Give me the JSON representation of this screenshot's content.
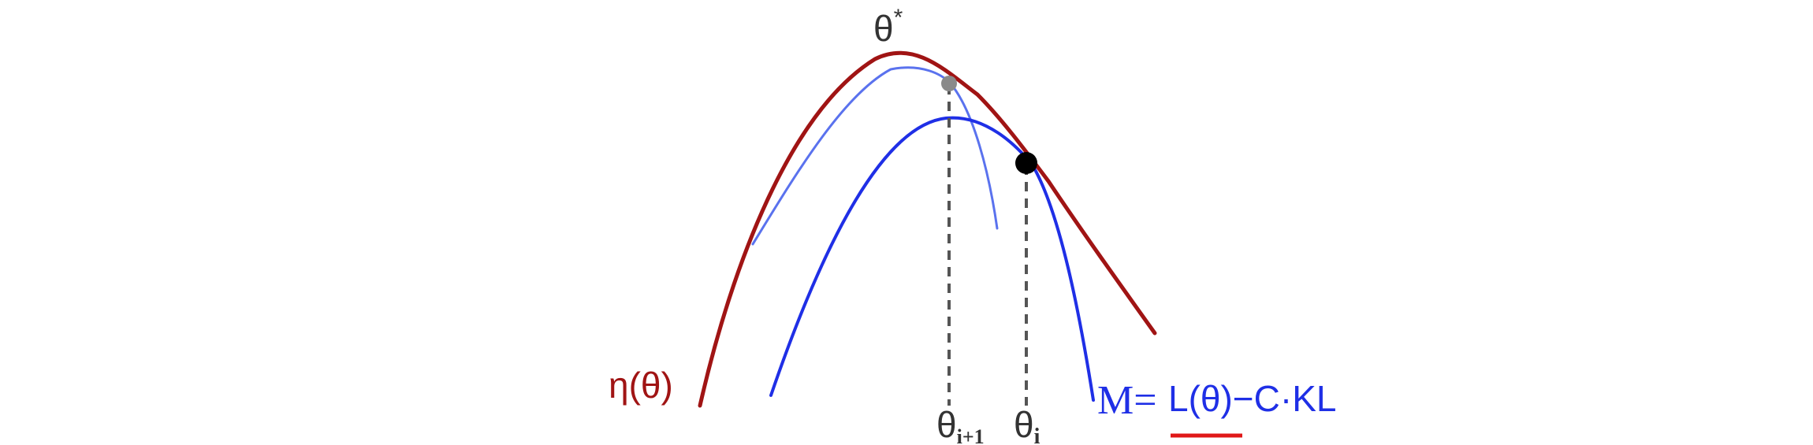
{
  "labels": {
    "theta_star": "θ",
    "theta_star_sup": "*",
    "eta": "η(θ)",
    "theta_next": "θ",
    "theta_next_sub": "i+1",
    "theta_i": "θ",
    "theta_i_sub": "i",
    "m_prefix": "M=",
    "m_expr": "L(θ)−C·KL"
  },
  "colors": {
    "eta_curve": "#a01414",
    "surrogate_curve": "#1f2fe6",
    "inner_surrogate_curve": "#5a72ee",
    "point_current": "#000000",
    "point_next": "#8a8a8a",
    "underline": "#e01818",
    "dashed": "#555555",
    "text": "#333333"
  }
}
